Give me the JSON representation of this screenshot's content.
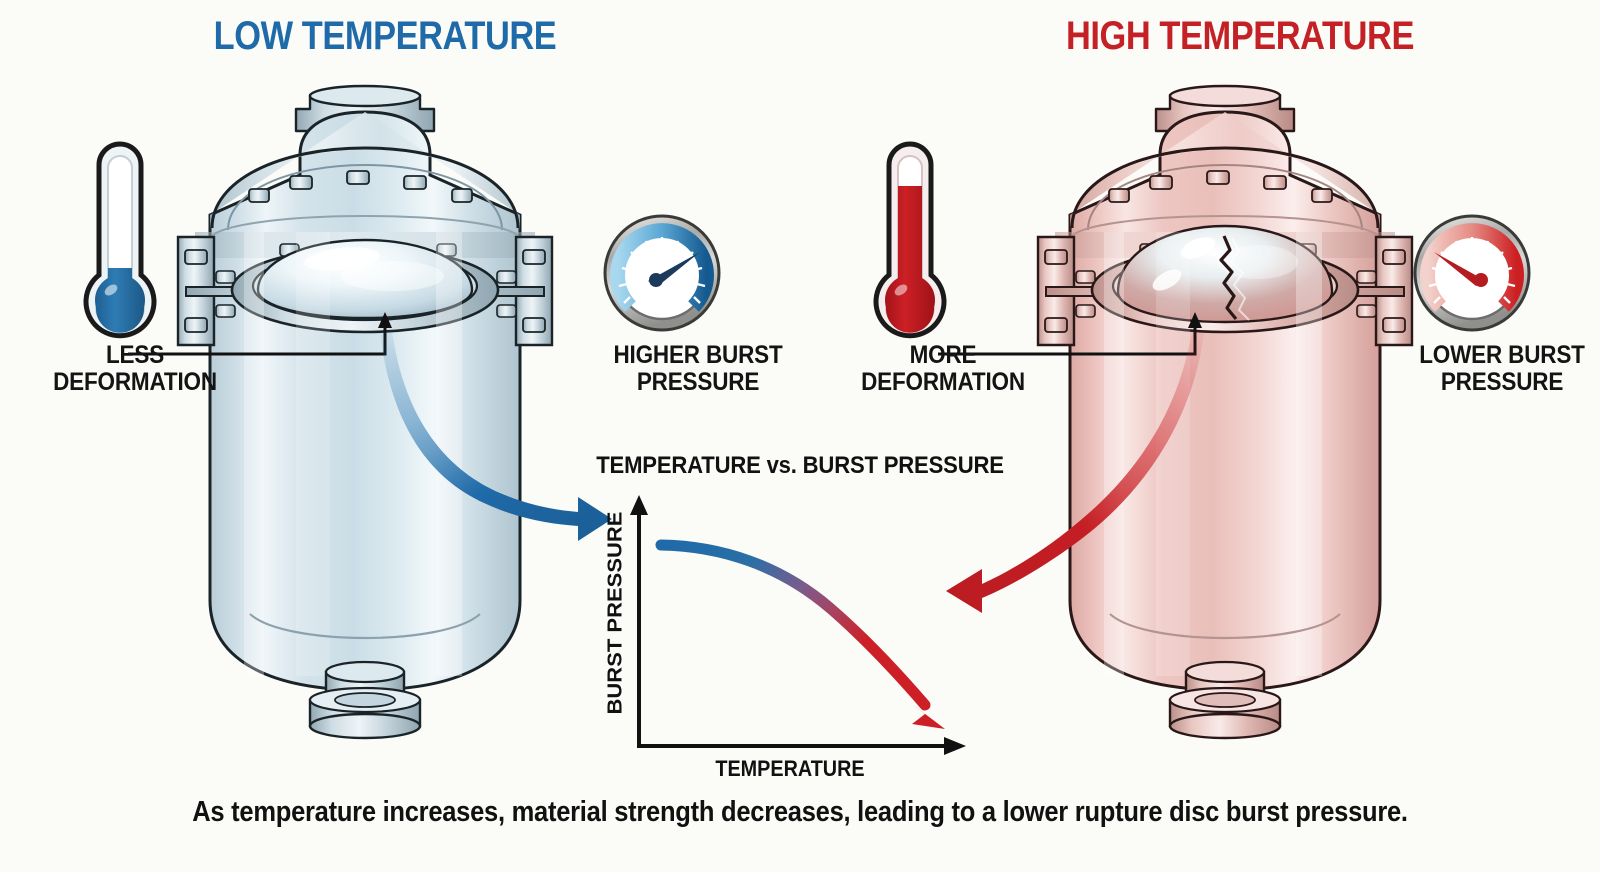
{
  "background_color": "#fbfbf8",
  "headings": {
    "low": {
      "text": "LOW TEMPERATURE",
      "color": "#1f6aa8"
    },
    "high": {
      "text": "HIGH TEMPERATURE",
      "color": "#c42127"
    }
  },
  "left_panel": {
    "thermometer": {
      "icon": "thermometer-icon",
      "fill_color": "#2a74ad",
      "fill_level_percent": 34
    },
    "deformation_label": "LESS\nDEFORMATION",
    "gauge": {
      "icon": "pressure-gauge-icon",
      "arc_color_start": "#9fd3ec",
      "arc_color_end": "#1c6aa5",
      "needle_color": "#1b3a5c",
      "needle_direction": "high"
    },
    "gauge_label": "HIGHER BURST\nPRESSURE",
    "vessel": {
      "icon": "pressure-vessel-icon",
      "tint": "#cfe0e8",
      "disc_state": "intact",
      "disc_icon": "rupture-disc-intact-icon"
    }
  },
  "right_panel": {
    "thermometer": {
      "icon": "thermometer-icon",
      "fill_color": "#c1181f",
      "fill_level_percent": 88
    },
    "deformation_label": "MORE\nDEFORMATION",
    "gauge": {
      "icon": "pressure-gauge-icon",
      "arc_color_start": "#f3cfc9",
      "arc_color_end": "#cc1f22",
      "needle_color": "#b41c20",
      "needle_direction": "low"
    },
    "gauge_label": "LOWER BURST\nPRESSURE",
    "vessel": {
      "icon": "pressure-vessel-icon",
      "tint": "#eec0bc",
      "disc_state": "burst",
      "disc_icon": "rupture-disc-burst-icon"
    }
  },
  "chart_data": {
    "type": "line",
    "title": "TEMPERATURE vs. BURST PRESSURE",
    "xlabel": "TEMPERATURE",
    "ylabel": "BURST PRESSURE",
    "x": [
      0,
      10,
      20,
      30,
      40,
      50,
      60,
      70,
      80,
      90,
      100
    ],
    "values": [
      92,
      91.5,
      90,
      87.5,
      84,
      79,
      72.5,
      64,
      53,
      40,
      25
    ],
    "series": [
      {
        "name": "Burst pressure vs temperature",
        "values": [
          92,
          91.5,
          90,
          87.5,
          84,
          79,
          72.5,
          64,
          53,
          40,
          25
        ]
      }
    ],
    "xlim": [
      0,
      100
    ],
    "ylim": [
      0,
      100
    ],
    "grid": false,
    "legend": "none",
    "curve_gradient": {
      "start": "#1f6aa8",
      "end": "#cc2026"
    },
    "annotations": [
      {
        "name": "blue-inflow-arrow",
        "color": "#1f6aa8",
        "points_to": "curve-start"
      },
      {
        "name": "red-inflow-arrow",
        "color": "#cc2026",
        "points_to": "curve-middle"
      },
      {
        "name": "curve-end-arrowhead",
        "color": "#cc2026"
      }
    ]
  },
  "caption": "As temperature increases, material strength decreases, leading to a lower rupture disc burst pressure."
}
